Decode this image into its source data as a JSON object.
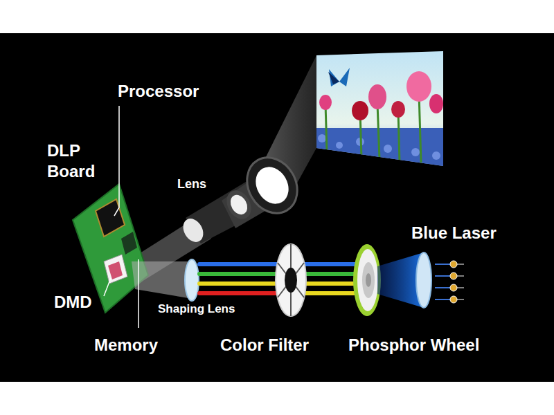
{
  "diagram": {
    "labels": [
      "Processor",
      "DLP Board",
      "Lens",
      "Blue Laser",
      "DMD",
      "Shaping Lens",
      "Memory",
      "Color Filter",
      "Phosphor Wheel"
    ]
  }
}
